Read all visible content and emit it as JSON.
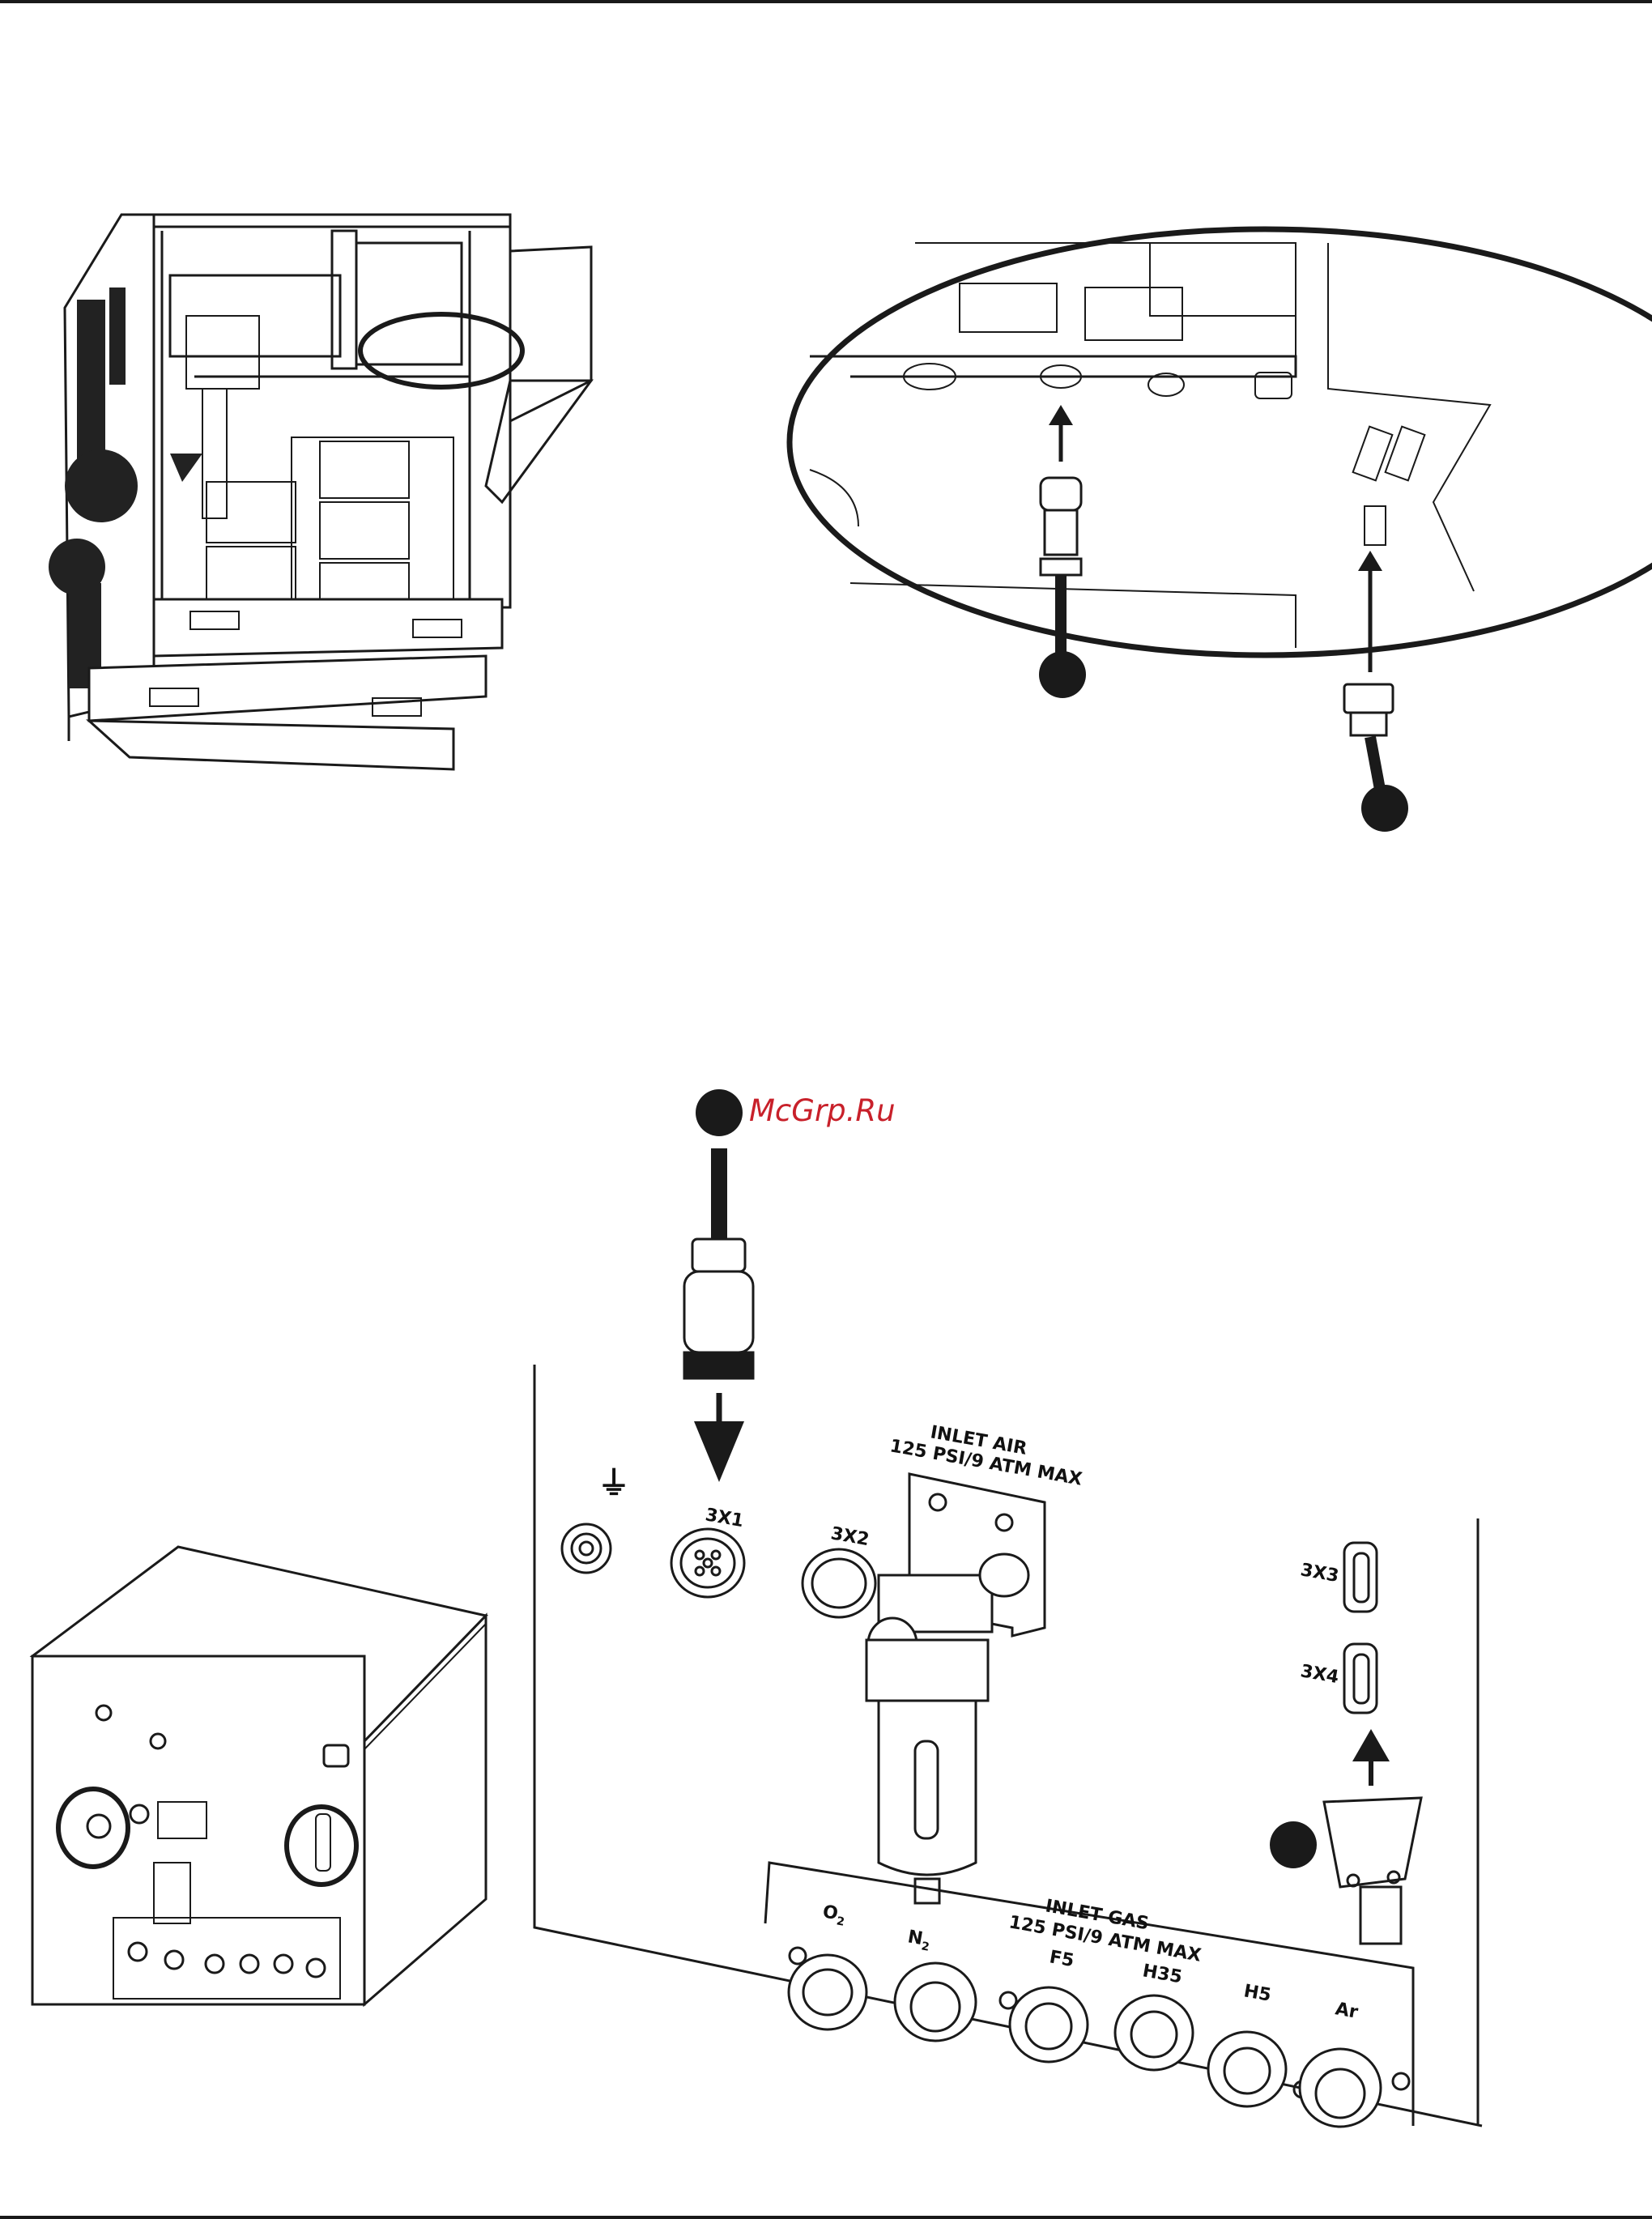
{
  "watermark": "McGrp.Ru",
  "panel": {
    "ground_symbol": "⏚",
    "ports": {
      "3x1": "3X1",
      "3x2": "3X2",
      "3x3": "3X3",
      "3x4": "3X4"
    },
    "inlet_air": {
      "line1": "INLET AIR",
      "line2": "125 PSI/9 ATM MAX"
    },
    "inlet_gas": {
      "line1": "INLET GAS",
      "line2": "125 PSI/9 ATM MAX",
      "gases": [
        "O",
        "N",
        "F5",
        "H35",
        "H5",
        "Ar"
      ],
      "subscripts": [
        "2",
        "2",
        "",
        "",
        "",
        ""
      ]
    }
  },
  "colors": {
    "line": "#1a1a1a",
    "watermark": "#c8202a",
    "fill_light": "#f2f2f2",
    "fill_dark": "#222222"
  }
}
